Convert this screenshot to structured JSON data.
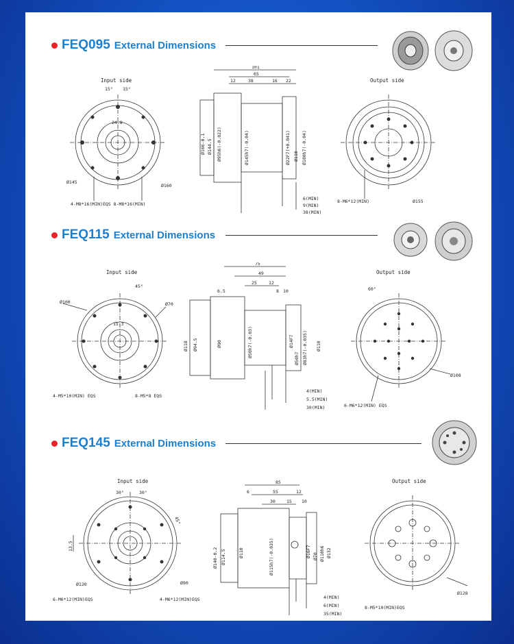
{
  "sections": [
    {
      "model": "FEQ095",
      "title_rest": "External Dimensions",
      "input": {
        "caption": "Input side",
        "angle_left": "15°",
        "angle_right": "15°",
        "d_inner": "24.8",
        "d_left": "Ø145",
        "d_right": "Ø160",
        "holes": "4-M8*16(MIN)EQS   8-M8*16(MIN)"
      },
      "side": {
        "widths": [
          "101",
          "65",
          "12",
          "38",
          "16",
          "22"
        ],
        "diams": [
          "Ø166-0.1",
          "Ø144.5",
          "Ø95h6(-0.022)",
          "Ø145h7(-0.04)",
          "Ø22F7(+0.041)",
          "Ø110",
          "Ø180h7(-0.04)"
        ],
        "bottom": [
          "6(MIN)",
          "9(MIN)",
          "38(MIN)"
        ]
      },
      "output": {
        "caption": "Output side",
        "holes": "8-M6*12(MIN)",
        "d": "Ø155"
      }
    },
    {
      "model": "FEQ115",
      "title_rest": "External Dimensions",
      "input": {
        "caption": "Input side",
        "angle": "45°",
        "d_left": "Ø100",
        "d_right": "Ø70",
        "d_inner": "15.3",
        "holes_left": "4-M5*10(MIN) EQS",
        "holes_right": "8-M5*8 EQS"
      },
      "side": {
        "widths": [
          "75",
          "49",
          "25",
          "12",
          "6.5",
          "8",
          "10"
        ],
        "diams": [
          "Ø118",
          "Ø94.5",
          "Ø90",
          "Ø50h7(-0.03)",
          "Ø14F7",
          "Ø50h7",
          "Ø83h7(-0.035)",
          "Ø110"
        ],
        "bottom": [
          "4(MIN)",
          "5.5(MIN)",
          "30(MIN)"
        ]
      },
      "output": {
        "caption": "Output side",
        "angle": "60°",
        "holes": "6-M6*12(MIN) EQS",
        "d": "Ø108"
      }
    },
    {
      "model": "FEQ145",
      "title_rest": "External Dimensions",
      "input": {
        "caption": "Input side",
        "angle_left": "30°",
        "angle_right": "30°",
        "angle_side": "45°",
        "d_width": "13.5",
        "d_left": "Ø120",
        "d_right": "Ø90",
        "holes_left": "6-M6*12(MIN)EQS",
        "holes_right": "4-M6*12(MIN)EQS"
      },
      "side": {
        "widths": [
          "85",
          "6",
          "55",
          "12",
          "30",
          "15",
          "10"
        ],
        "diams": [
          "Ø140-0.2",
          "Ø114.5",
          "Ø110",
          "Ø115h7(-0.035)",
          "Ø16F7",
          "Ø70",
          "Ø110h6",
          "Ø132"
        ],
        "bottom": [
          "4(MIN)",
          "6(MIN)",
          "35(MIN)"
        ]
      },
      "output": {
        "caption": "Output side",
        "holes": "8-M5*10(MIN)EQS",
        "d": "Ø128"
      }
    }
  ]
}
